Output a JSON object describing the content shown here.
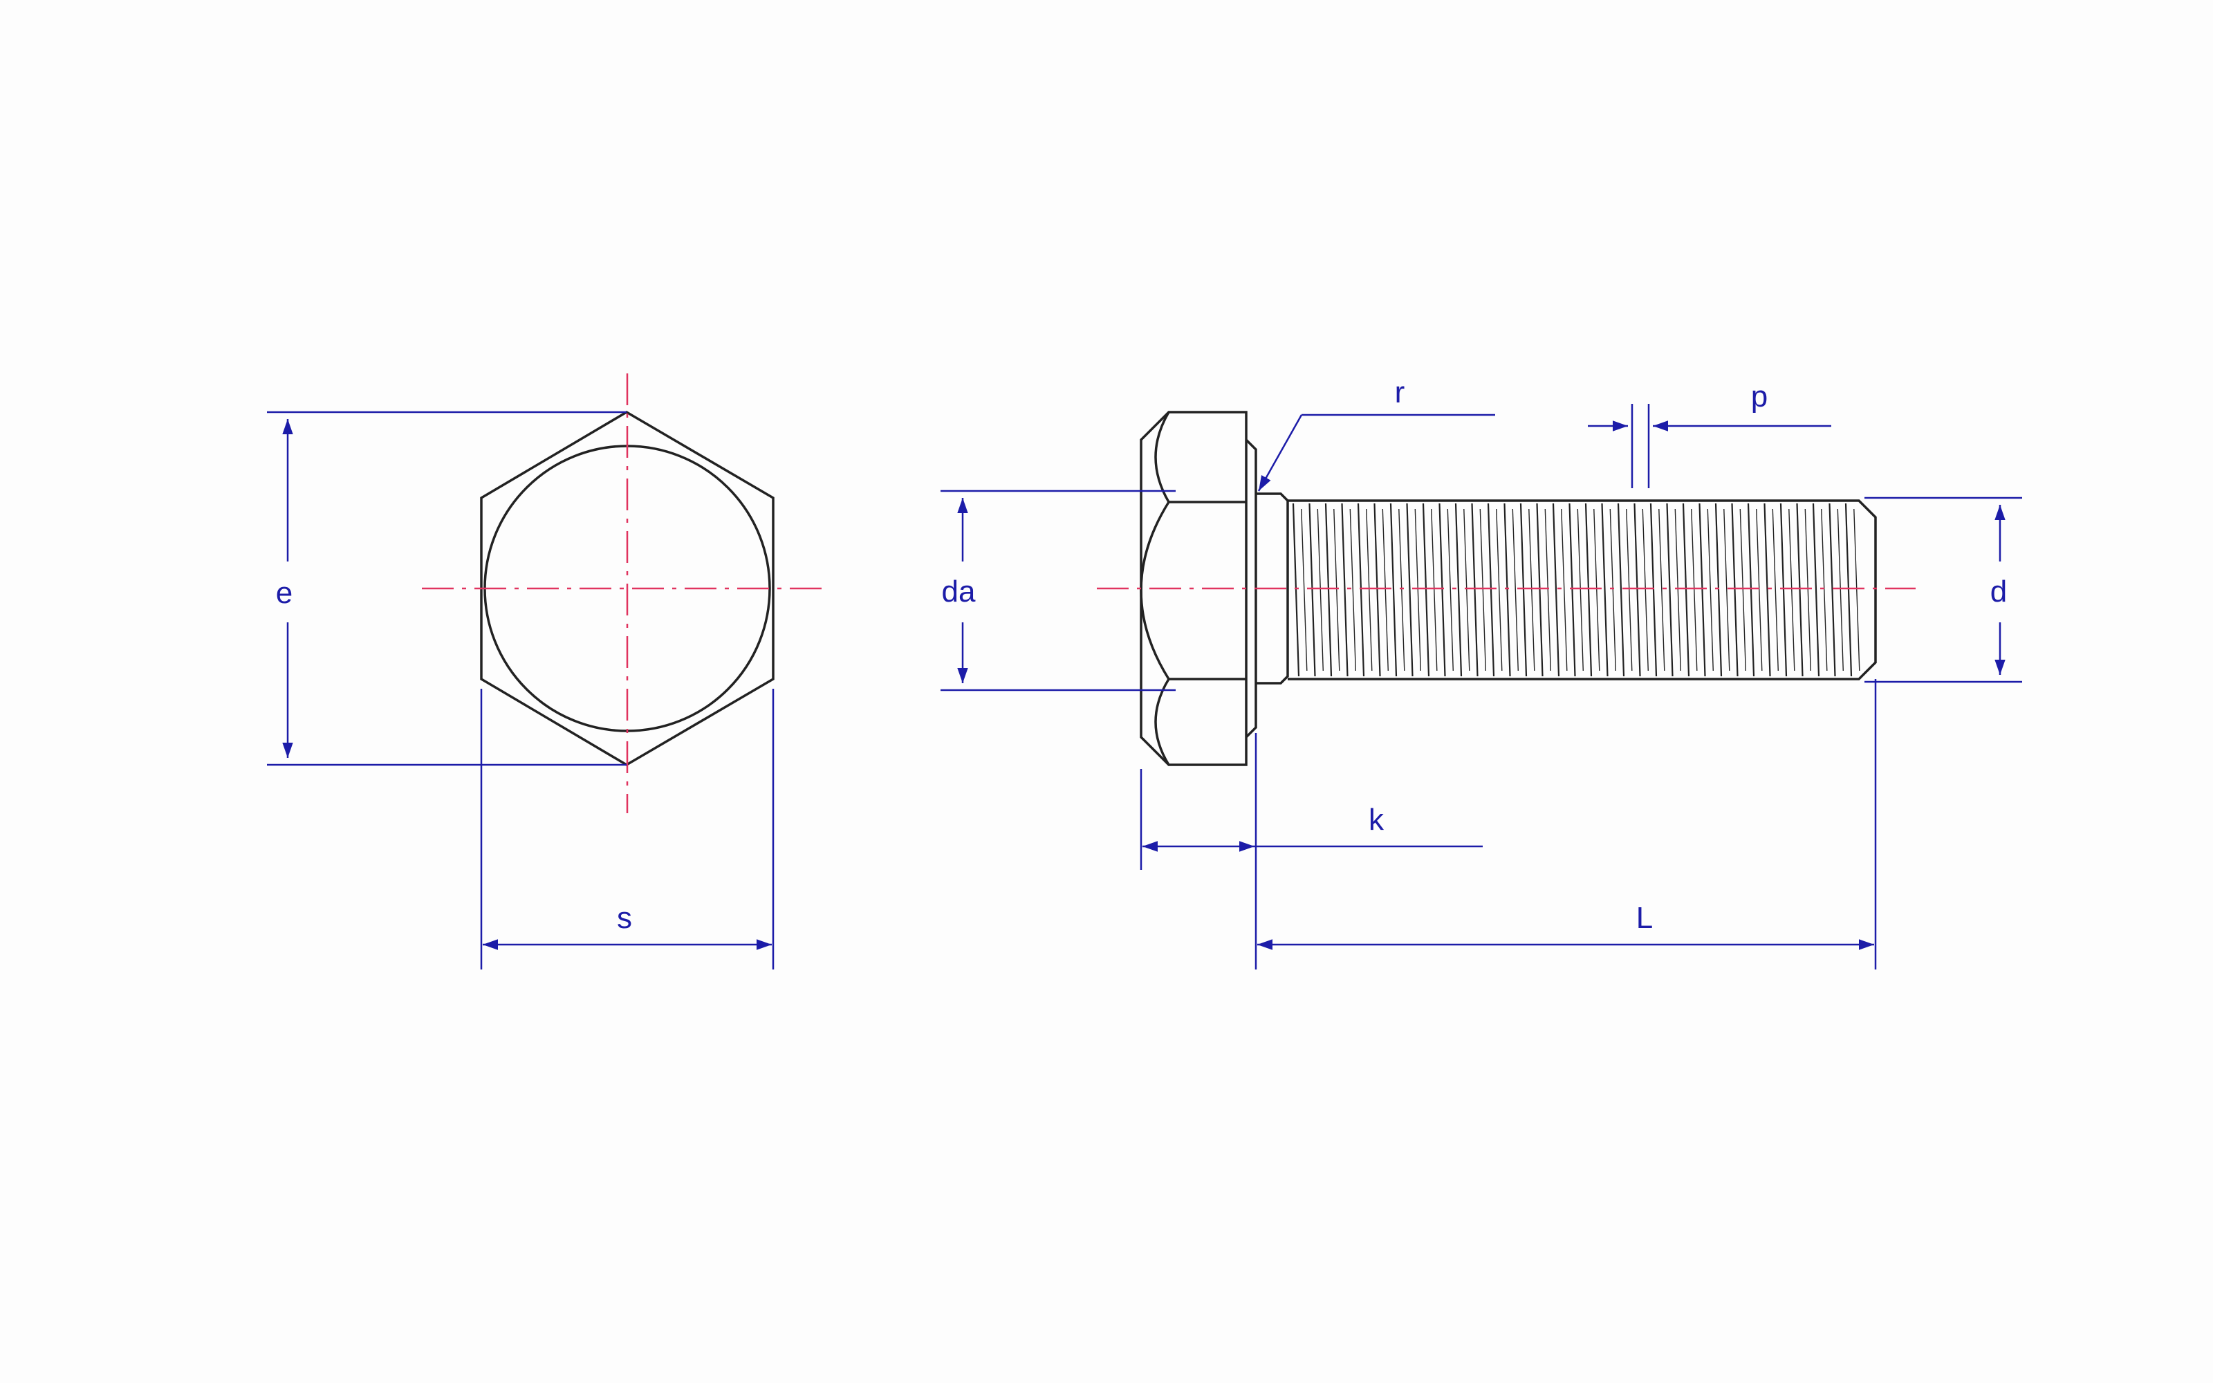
{
  "labels": {
    "e": "e",
    "s": "s",
    "da": "da",
    "r": "r",
    "p": "p",
    "d": "d",
    "k": "k",
    "L": "L"
  },
  "colors": {
    "outline": "#222222",
    "dimension": "#1c1ca8",
    "centerline": "#e0335f",
    "background": "#fdfdfd"
  }
}
